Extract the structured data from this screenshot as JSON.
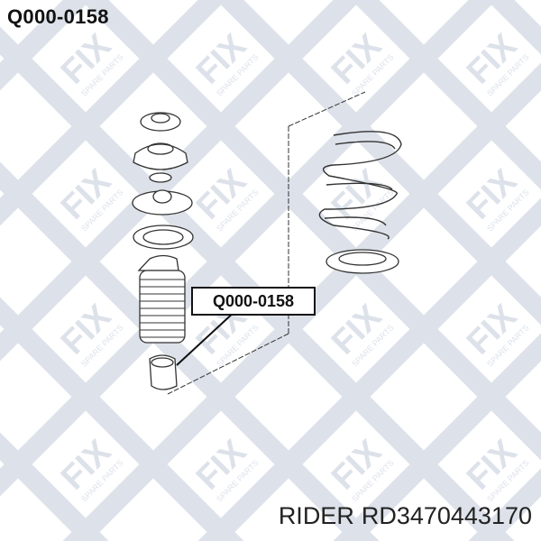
{
  "header": {
    "part_number": "Q000-0158"
  },
  "callout": {
    "part_number": "Q000-0158"
  },
  "footer": {
    "brand": "RIDER",
    "article": "RD3470443170"
  },
  "watermark": {
    "logo_text": "FIX",
    "tagline": "SPARE PARTS",
    "color": "#dde2ea"
  },
  "colors": {
    "line": "#333333",
    "text": "#111111"
  }
}
